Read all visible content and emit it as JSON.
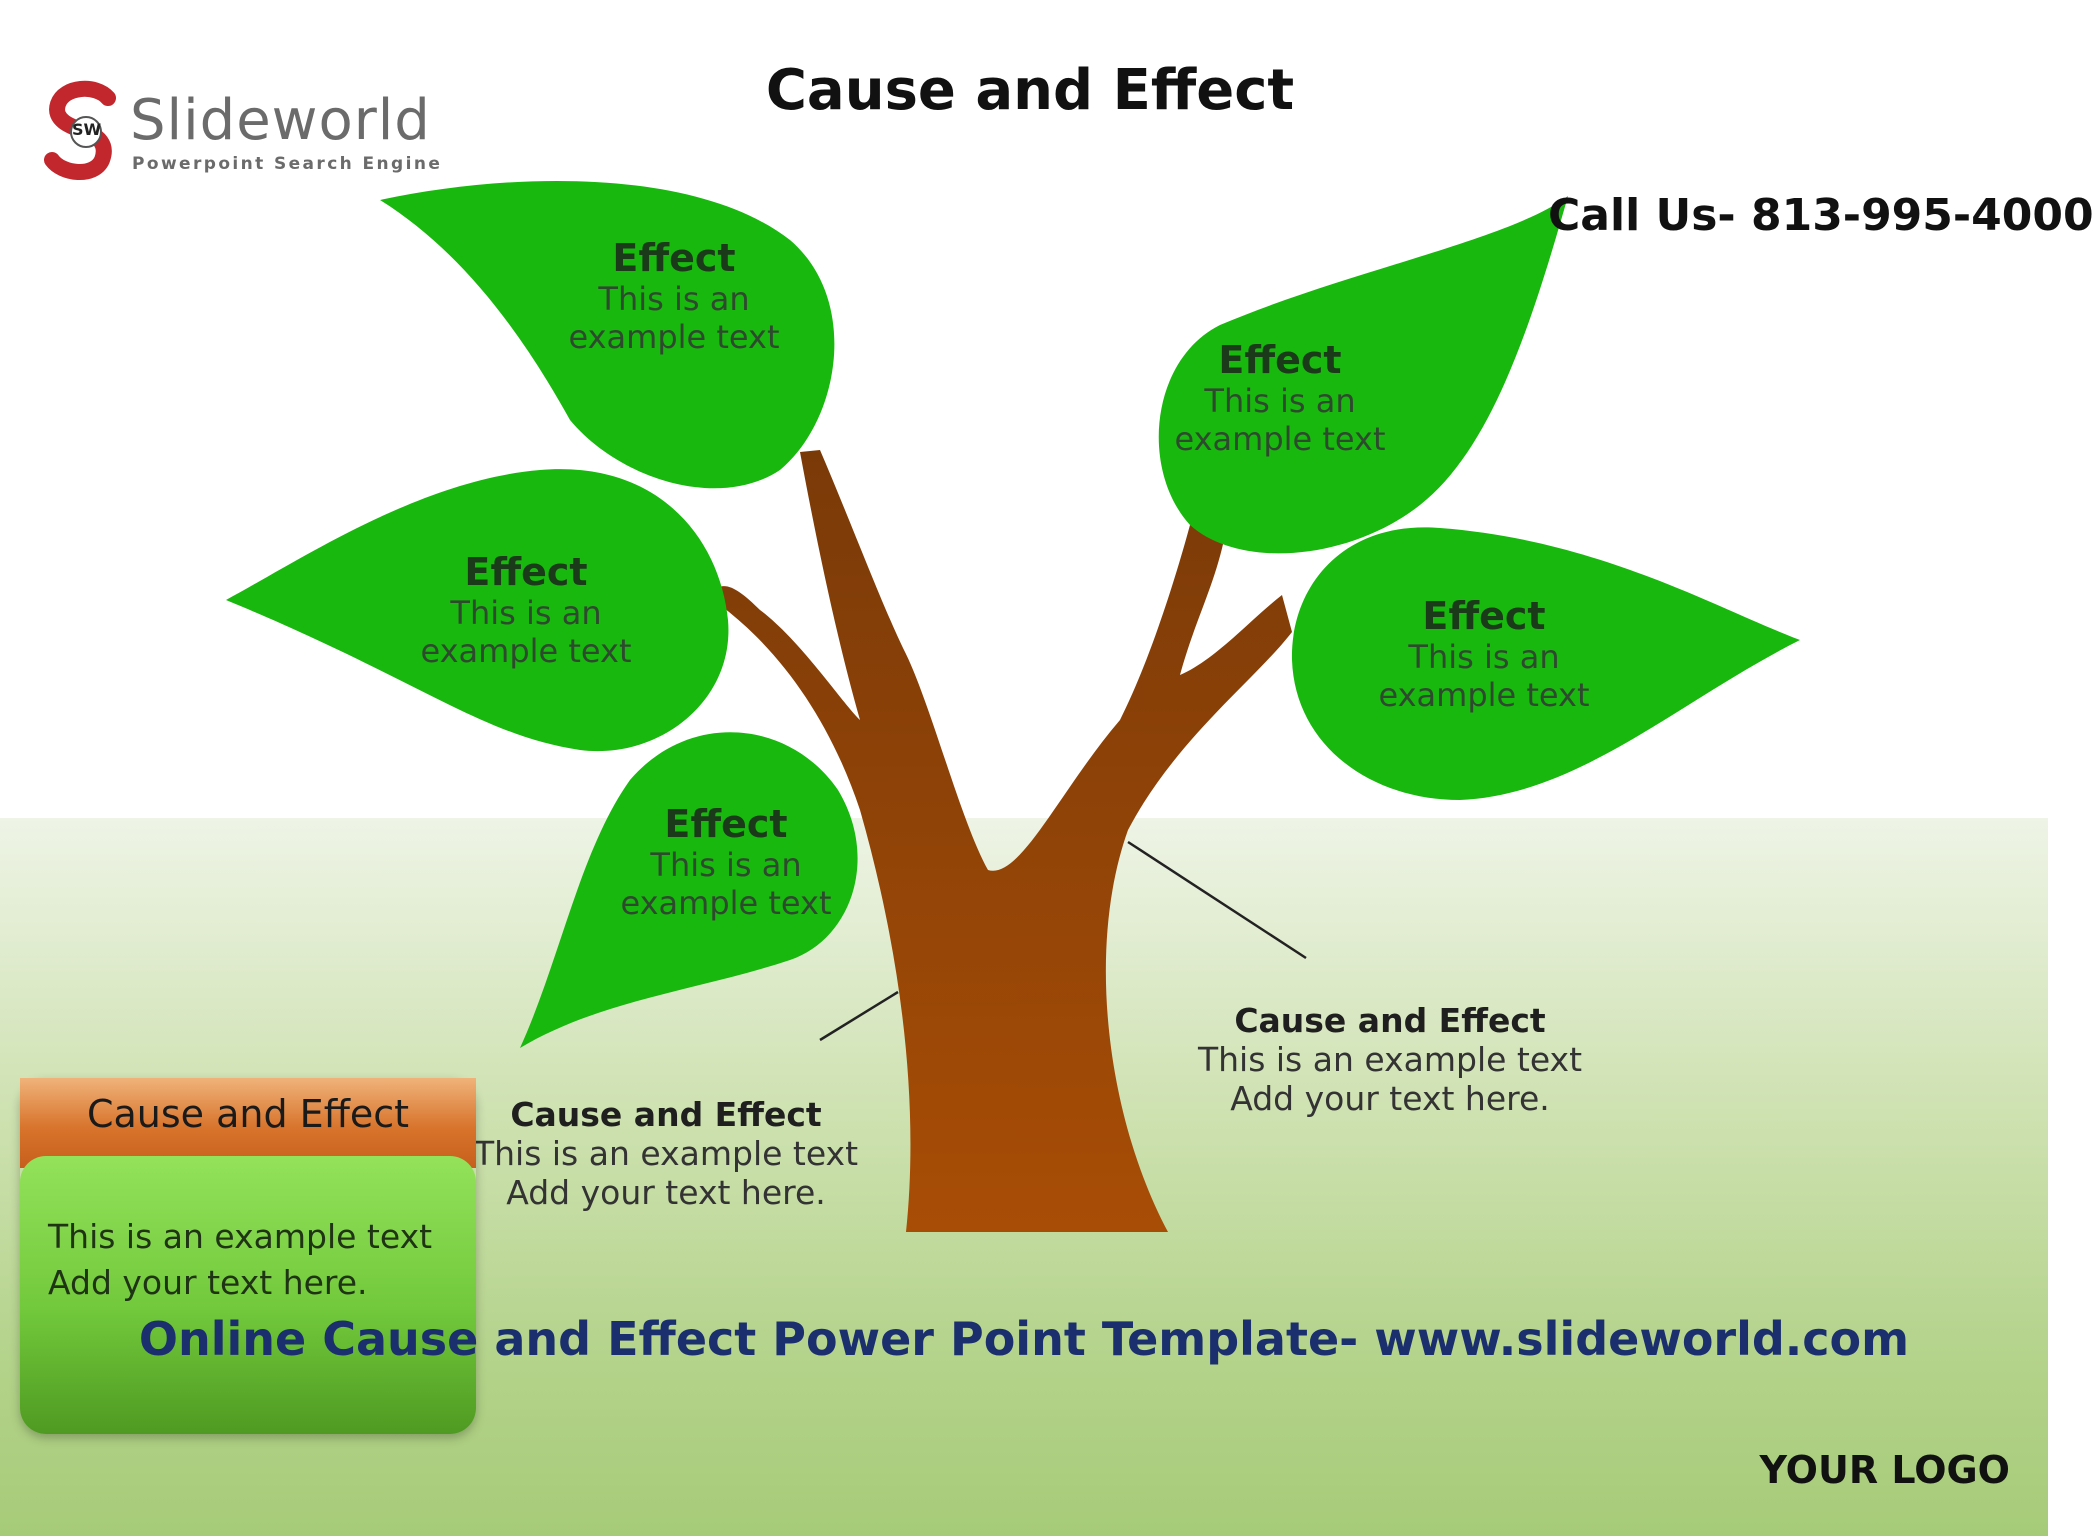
{
  "title": "Cause and Effect",
  "logo": {
    "name": "Slideworld",
    "tagline": "Powerpoint Search Engine",
    "mark": "SW"
  },
  "call_us": "Call Us- 813-995-4000",
  "effects": [
    {
      "heading": "Effect",
      "line1": "This is an",
      "line2": "example text"
    },
    {
      "heading": "Effect",
      "line1": "This is an",
      "line2": "example text"
    },
    {
      "heading": "Effect",
      "line1": "This is an",
      "line2": "example text"
    },
    {
      "heading": "Effect",
      "line1": "This is an",
      "line2": "example text"
    },
    {
      "heading": "Effect",
      "line1": "This is an",
      "line2": "example text"
    }
  ],
  "causes": [
    {
      "heading": "Cause and Effect",
      "line1": "This is an example text",
      "line2": "Add your text here."
    },
    {
      "heading": "Cause and Effect",
      "line1": "This is an example text",
      "line2": "Add your text here."
    }
  ],
  "box": {
    "title": "Cause and Effect",
    "line1": "This is an example text",
    "line2": "Add your text here."
  },
  "footer": "Online Cause and Effect Power Point Template- www.slideworld.com",
  "your_logo": "YOUR LOGO",
  "colors": {
    "leaf": "#19b80e",
    "trunk": "#9a4306",
    "footer_text": "#1b2f6e",
    "box_header": "#d8742c",
    "box_body": "#72c93b"
  }
}
